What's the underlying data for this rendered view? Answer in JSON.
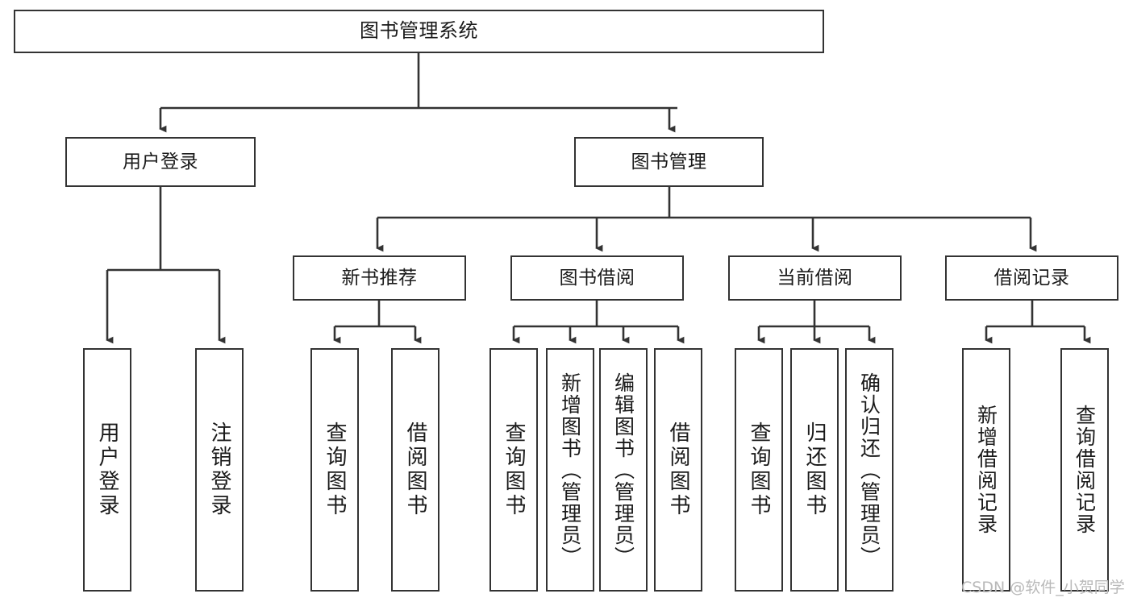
{
  "diagram": {
    "title": "图书管理系统",
    "type": "functional-structure-tree",
    "root": {
      "label": "图书管理系统"
    },
    "level2": [
      {
        "label": "用户登录"
      },
      {
        "label": "图书管理"
      }
    ],
    "level3": [
      {
        "label": "新书推荐"
      },
      {
        "label": "图书借阅"
      },
      {
        "label": "当前借阅"
      },
      {
        "label": "借阅记录"
      }
    ],
    "leaves": {
      "user_login": [
        {
          "label": "用户登录"
        },
        {
          "label": "注销登录"
        }
      ],
      "new_book_recommend": [
        {
          "label": "查询图书"
        },
        {
          "label": "借阅图书"
        }
      ],
      "book_borrow": [
        {
          "label": "查询图书"
        },
        {
          "label": "新增图书（管理员）"
        },
        {
          "label": "编辑图书（管理员）"
        },
        {
          "label": "借阅图书"
        }
      ],
      "current_borrow": [
        {
          "label": "查询图书"
        },
        {
          "label": "归还图书"
        },
        {
          "label": "确认归还（管理员）"
        }
      ],
      "borrow_record": [
        {
          "label": "新增借阅记录"
        },
        {
          "label": "查询借阅记录"
        }
      ]
    }
  },
  "watermark": {
    "text": "CSDN @软件_小贺同学"
  },
  "colors": {
    "background": "#ffffff",
    "box_border": "#333333",
    "box_fill": "#ffffff",
    "text": "#1a1a1a",
    "connector": "#333333",
    "watermark": "#b9b9b9"
  }
}
